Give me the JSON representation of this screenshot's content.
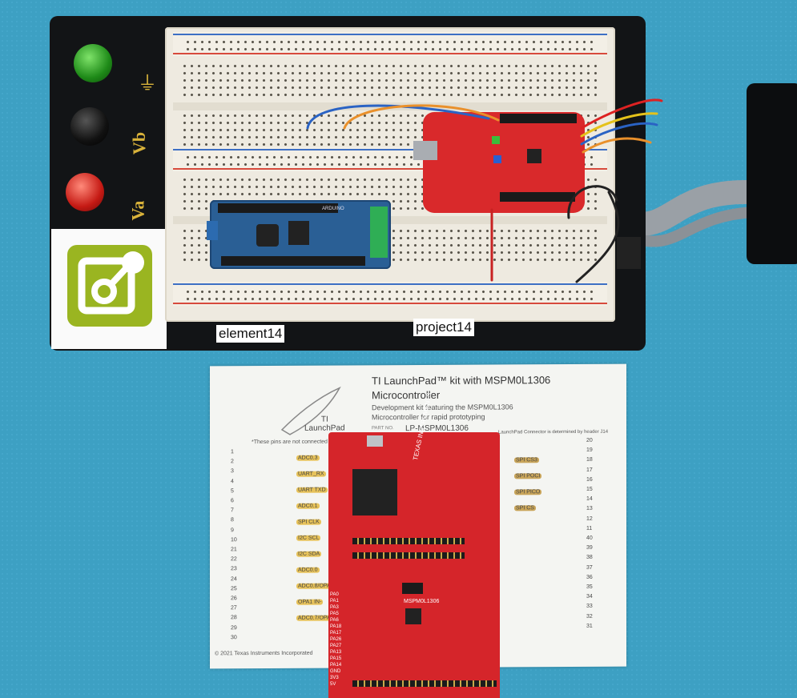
{
  "scene": {
    "background_color": "#3fa3c6",
    "base_color": "#121416",
    "breadboard_color": "#eeeae0"
  },
  "base_board": {
    "labels": {
      "ground_symbol": "⏚",
      "vb": "Vb",
      "va": "Va"
    },
    "brand_left": "element14",
    "brand_right": "project14"
  },
  "paper": {
    "title_line1": "TI LaunchPad™ kit with MSPM0L1306",
    "title_line2": "Microcontroller",
    "subtitle_line1": "Development kit featuring the MSPM0L1306",
    "subtitle_line2": "Microcontroller for rapid prototyping",
    "part_no_label": "PART NO.",
    "part_no": "LP-MSPM0L1306",
    "logo_text_line1": "TI",
    "logo_text_line2": "LaunchPad",
    "note_left": "*These pins are not connected to",
    "note_right": "LaunchPad Connector is determined by header J14",
    "copyright": "© 2021 Texas Instruments Incorporated",
    "left_numbers": [
      "1",
      "2",
      "3",
      "4",
      "5",
      "6",
      "7",
      "8",
      "9",
      "10",
      "21",
      "22",
      "23",
      "24",
      "25",
      "26",
      "27",
      "28",
      "29",
      "30"
    ],
    "right_numbers": [
      "20",
      "19",
      "18",
      "17",
      "16",
      "15",
      "14",
      "13",
      "12",
      "11",
      "40",
      "39",
      "38",
      "37",
      "36",
      "35",
      "34",
      "33",
      "32",
      "31"
    ],
    "left_tags": [
      "ADC0.3",
      "UART_RX",
      "UART TXD",
      "ADC0.1",
      "SPI CLK",
      "I2C SCL",
      "I2C SDA",
      "ADC0.0",
      "ADC0.8/OPA1 OUT",
      "OPA1 IN-",
      "ADC0.7/OPA1 IN+"
    ],
    "right_tags": [
      "SPI CS3",
      "SPI POCI",
      "SPI PICO",
      "SPI CS"
    ]
  },
  "launchpad": {
    "brand": "TEXAS INSTRUMENTS",
    "chip_name": "MSPM0L1306",
    "pin_labels": [
      "PA0",
      "PA1",
      "PA3",
      "PA5",
      "PA6",
      "PA18",
      "PA17",
      "PA26",
      "PA27",
      "PA13",
      "PA15",
      "PA14",
      "GND",
      "3V3",
      "5V"
    ]
  },
  "motor_shield": {
    "label": "ARDUINO"
  }
}
